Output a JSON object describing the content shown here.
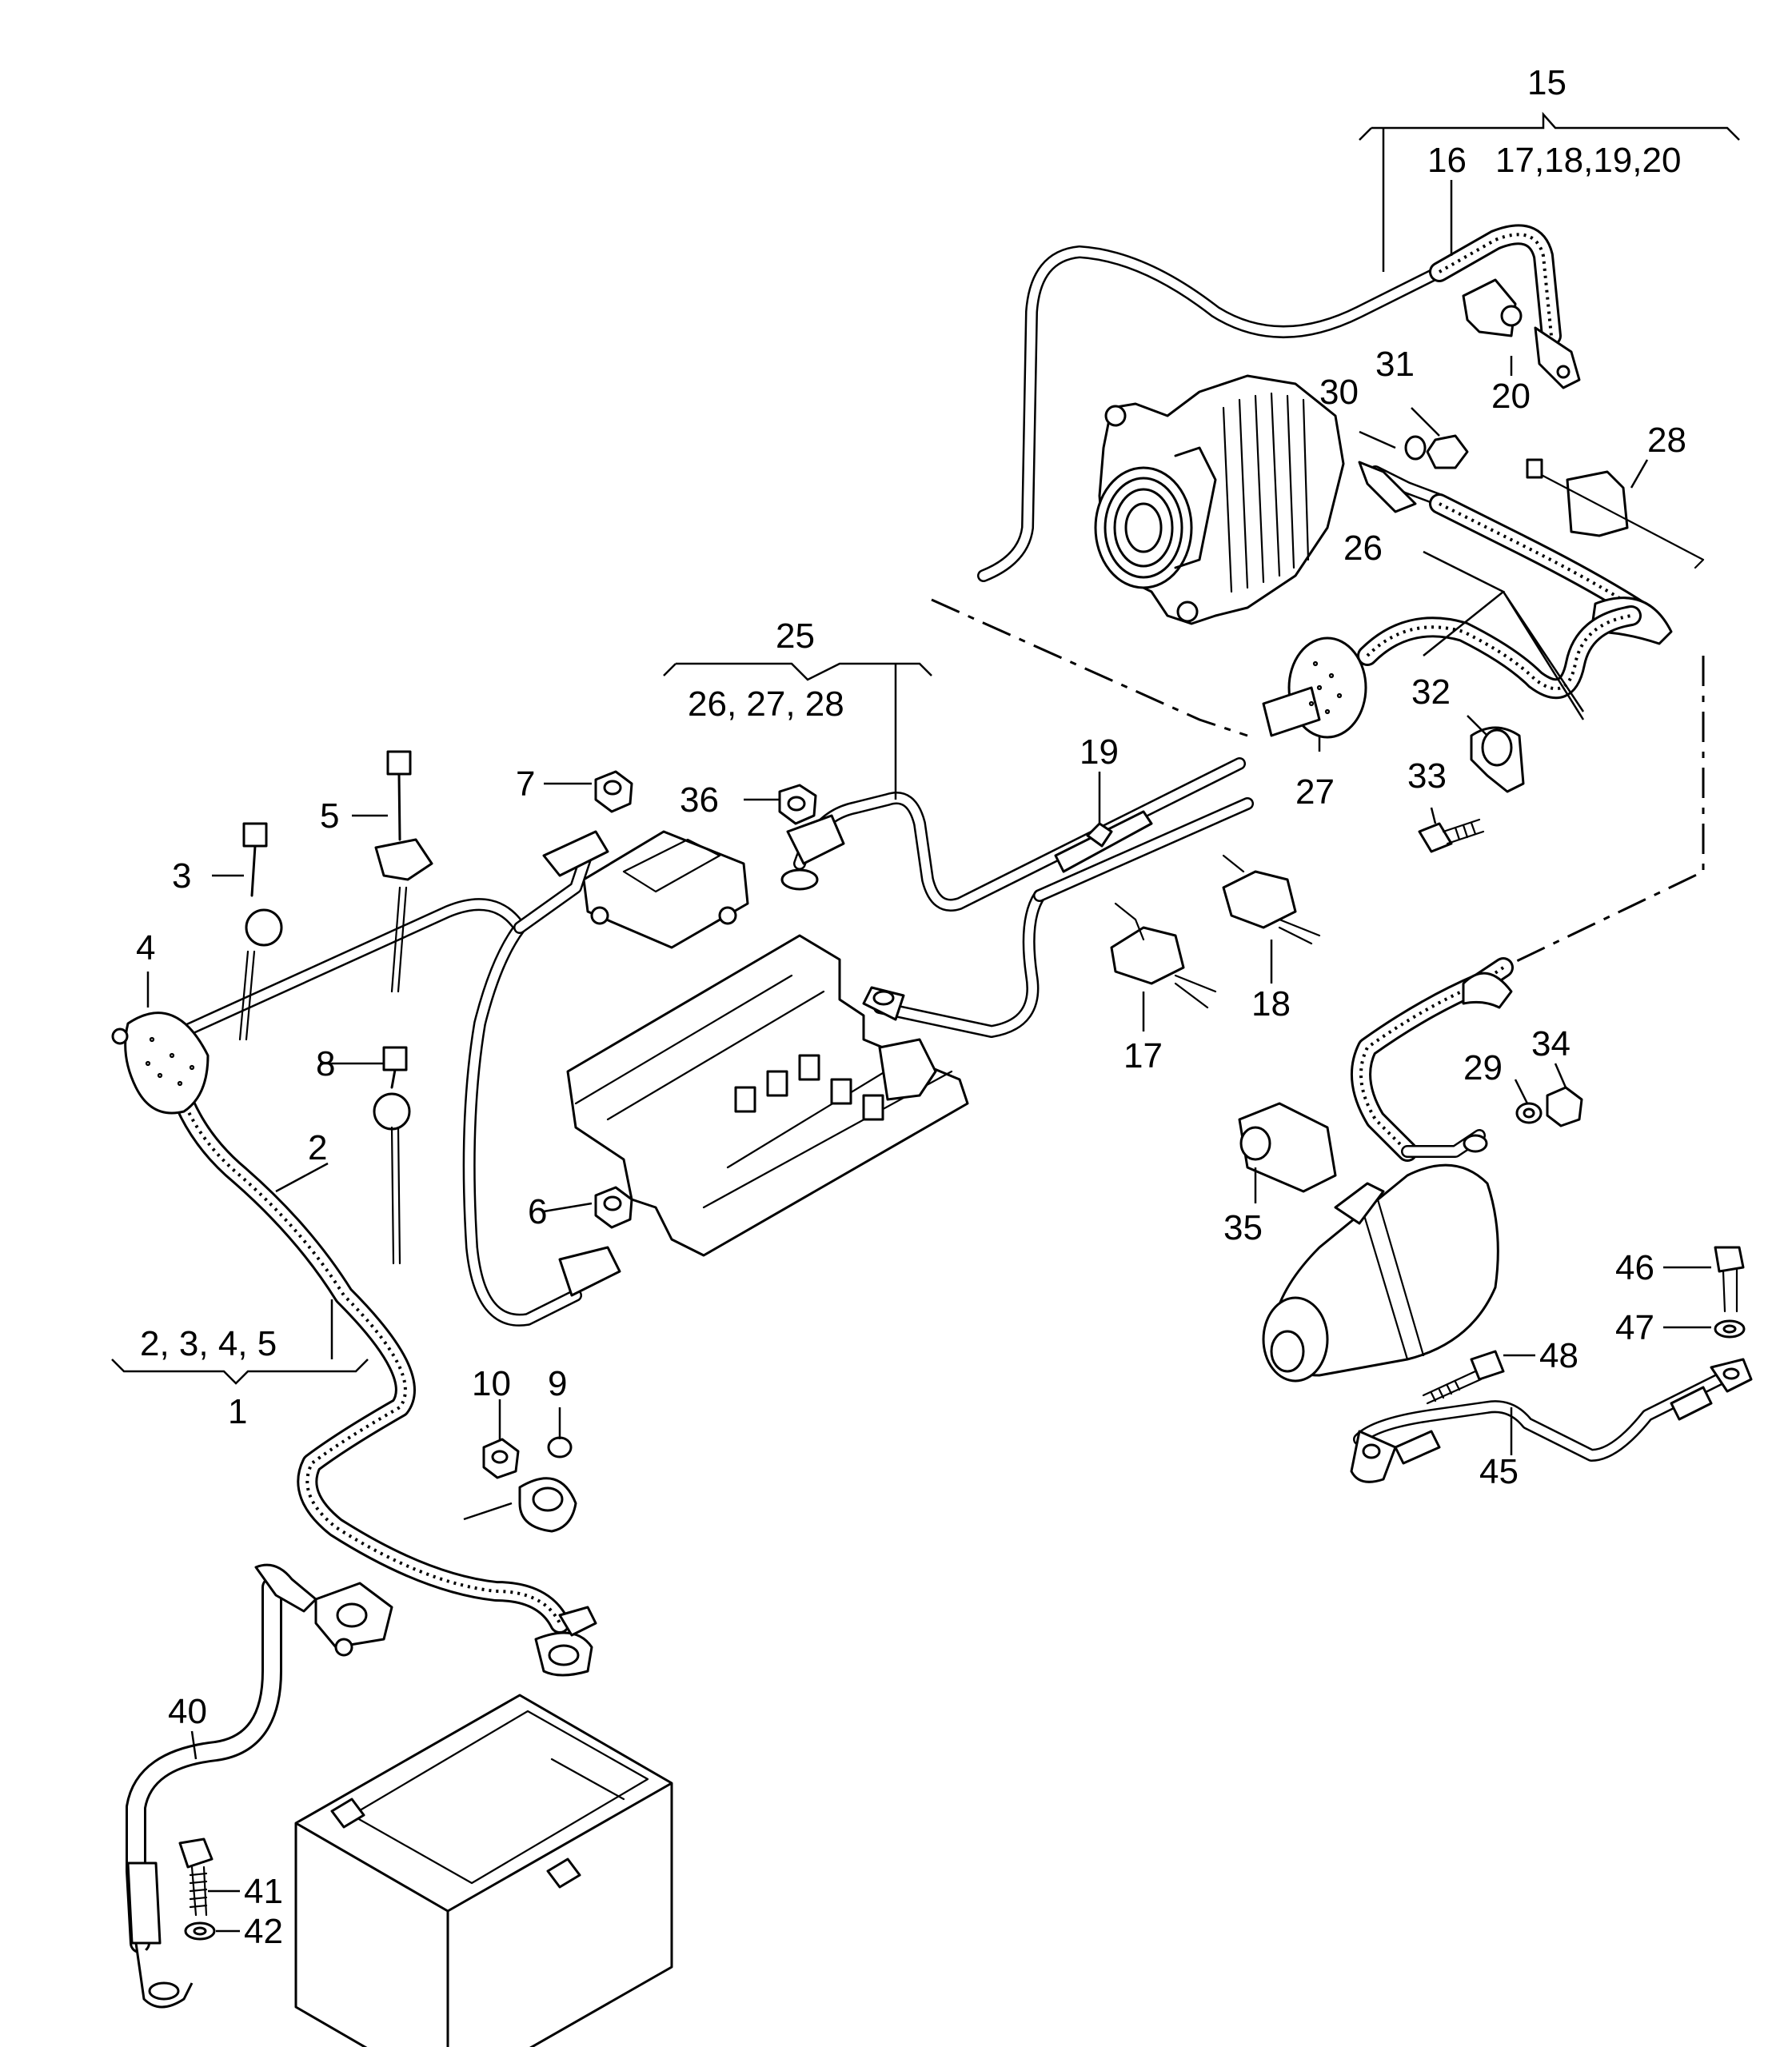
{
  "callouts": {
    "c1": "1",
    "c2": "2",
    "c2345": "2, 3, 4, 5",
    "c3": "3",
    "c4": "4",
    "c5": "5",
    "c6": "6",
    "c7": "7",
    "c8": "8",
    "c9": "9",
    "c10": "10",
    "c15": "15",
    "c16": "16",
    "c17_20": "17,18,19,20",
    "c17": "17",
    "c18": "18",
    "c19": "19",
    "c20": "20",
    "c25": "25",
    "c26_28": "26, 27, 28",
    "c26": "26",
    "c27": "27",
    "c28": "28",
    "c29": "29",
    "c30": "30",
    "c31": "31",
    "c32": "32",
    "c33": "33",
    "c34": "34",
    "c35": "35",
    "c36": "36",
    "c40": "40",
    "c41": "41",
    "c42": "42",
    "c45": "45",
    "c46": "46",
    "c47": "47",
    "c48": "48"
  }
}
